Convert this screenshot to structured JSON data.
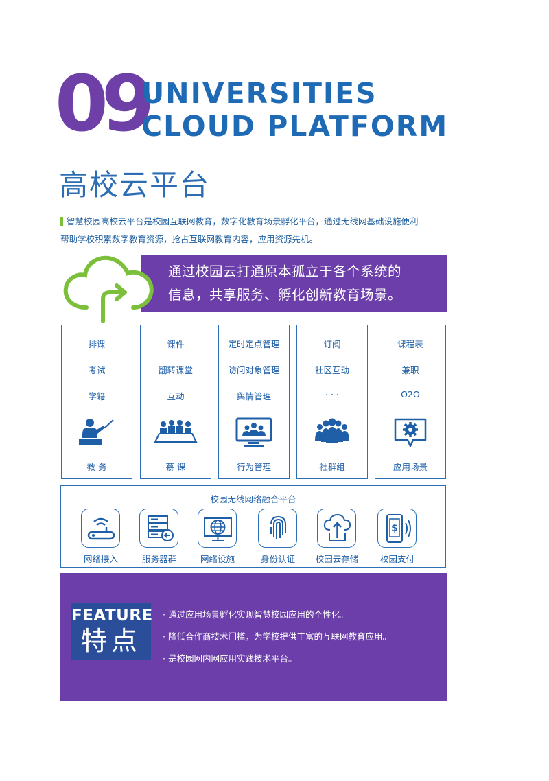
{
  "header": {
    "number": "09",
    "title_line1": "UNIVERSITIES",
    "title_line2": "CLOUD PLATFORM",
    "cn_title": "高校云平台"
  },
  "intro": {
    "line1": "智慧校园高校云平台是校园互联网教育，数字化教育场景孵化平台，通过无线网基础设施便利",
    "line2": "帮助学校积累数字教育资源，抢占互联网教育内容，应用资源先机。"
  },
  "banner": {
    "line1": "通过校园云打通原本孤立于各个系统的",
    "line2": "信息，共享服务、孵化创新教育场景。"
  },
  "modules": [
    {
      "items": [
        "排课",
        "考试",
        "学籍"
      ],
      "label": "教  务",
      "icon": "teacher-icon"
    },
    {
      "items": [
        "课件",
        "翻转课堂",
        "互动"
      ],
      "label": "慕  课",
      "icon": "classroom-icon"
    },
    {
      "items": [
        "定时定点管理",
        "访问对象管理",
        "舆情管理"
      ],
      "label": "行为管理",
      "icon": "monitor-group-icon"
    },
    {
      "items": [
        "订阅",
        "社区互动",
        "· · ·"
      ],
      "label": "社群组",
      "icon": "community-icon"
    },
    {
      "items": [
        "课程表",
        "兼职",
        "O2O"
      ],
      "label": "应用场景",
      "icon": "gear-chat-icon"
    }
  ],
  "network": {
    "title": "校园无线网络融合平台",
    "items": [
      {
        "label": "网络接入",
        "icon": "router-icon"
      },
      {
        "label": "服务器群",
        "icon": "server-icon"
      },
      {
        "label": "网络设施",
        "icon": "globe-monitor-icon"
      },
      {
        "label": "身份认证",
        "icon": "fingerprint-icon"
      },
      {
        "label": "校园云存储",
        "icon": "cloud-upload-icon"
      },
      {
        "label": "校园支付",
        "icon": "mobile-pay-icon"
      }
    ]
  },
  "feature": {
    "en": "FEATURE",
    "cn": "特点",
    "points": [
      "· 通过应用场景孵化实现智慧校园应用的个性化。",
      "· 降低合作商技术门槛，为学校提供丰富的互联网教育应用。",
      "· 是校园网内网应用实践技术平台。"
    ]
  },
  "colors": {
    "purple": "#6b3ea9",
    "blue": "#1f6ab4",
    "green": "#7bbf3a",
    "navy": "#2b4e9b"
  }
}
